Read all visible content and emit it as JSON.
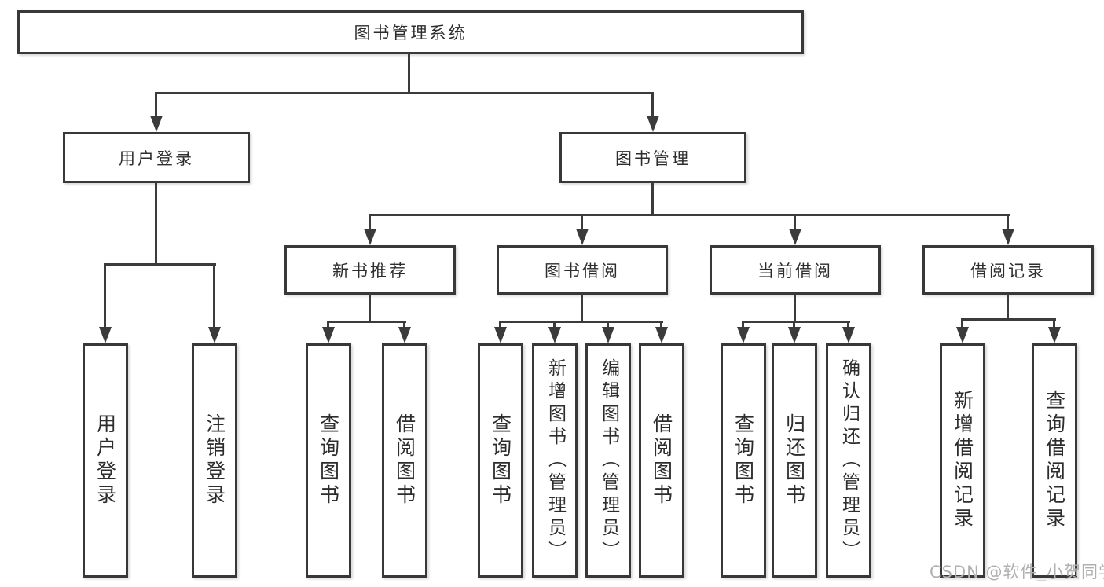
{
  "tree": {
    "label": "图书管理系统",
    "children": [
      {
        "label": "用户登录",
        "children": [
          {
            "label": "用户登录"
          },
          {
            "label": "注销登录"
          }
        ]
      },
      {
        "label": "图书管理",
        "children": [
          {
            "label": "新书推荐",
            "children": [
              {
                "label": "查询图书"
              },
              {
                "label": "借阅图书"
              }
            ]
          },
          {
            "label": "图书借阅",
            "children": [
              {
                "label": "查询图书"
              },
              {
                "label": "新增图书（管理员）"
              },
              {
                "label": "编辑图书（管理员）"
              },
              {
                "label": "借阅图书"
              }
            ]
          },
          {
            "label": "当前借阅",
            "children": [
              {
                "label": "查询图书"
              },
              {
                "label": "归还图书"
              },
              {
                "label": "确认归还（管理员）"
              }
            ]
          },
          {
            "label": "借阅记录",
            "children": [
              {
                "label": "新增借阅记录"
              },
              {
                "label": "查询借阅记录"
              }
            ]
          }
        ]
      }
    ]
  },
  "watermark": "CSDN @软件_小贺同学",
  "colors": {
    "line": "#3b3b3b",
    "box_border": "#383838",
    "text": "#2d2d2d",
    "watermark": "#b0b0b0",
    "background": "#ffffff"
  }
}
